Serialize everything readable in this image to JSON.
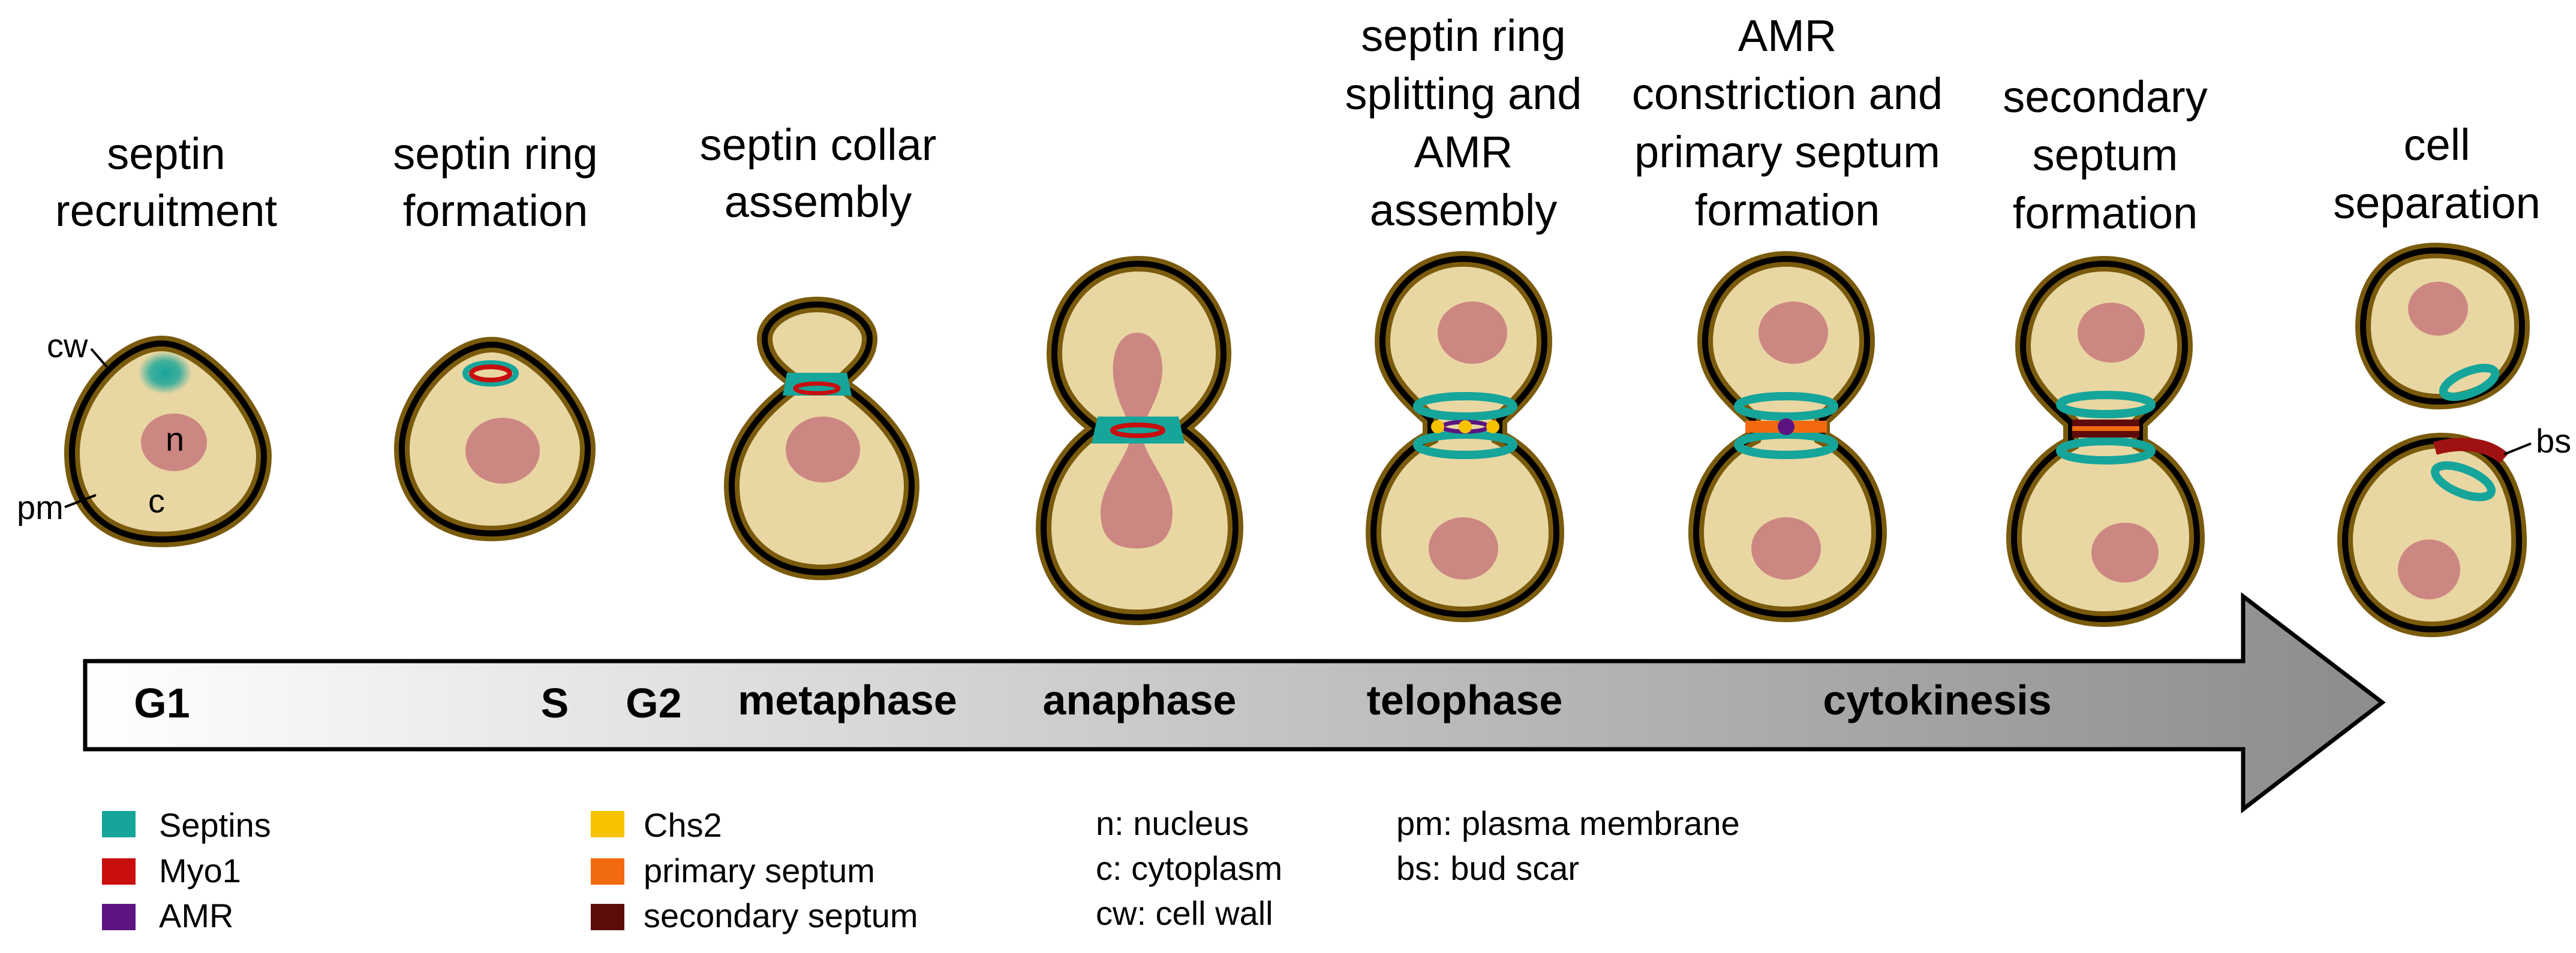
{
  "stages": [
    {
      "lines": [
        "septin",
        "recruitment"
      ]
    },
    {
      "lines": [
        "septin ring",
        "formation"
      ]
    },
    {
      "lines": [
        "septin collar",
        "assembly"
      ]
    },
    {
      "lines": [
        "septin ring",
        "splitting and",
        "AMR",
        "assembly"
      ]
    },
    {
      "lines": [
        "AMR",
        "constriction and",
        "primary septum",
        "formation"
      ]
    },
    {
      "lines": [
        "secondary",
        "septum",
        "formation"
      ]
    },
    {
      "lines": [
        "cell",
        "separation"
      ]
    }
  ],
  "phases": [
    "G1",
    "S",
    "G2",
    "metaphase",
    "anaphase",
    "telophase",
    "cytokinesis"
  ],
  "labels": {
    "cw": "cw",
    "pm": "pm",
    "n": "n",
    "c": "c",
    "bs": "bs"
  },
  "legend_colors": [
    {
      "label": "Septins",
      "color": "#16a59a"
    },
    {
      "label": "Myo1",
      "color": "#c80e0e"
    },
    {
      "label": "AMR",
      "color": "#5c1480"
    },
    {
      "label": "Chs2",
      "color": "#f7c300"
    },
    {
      "label": "primary septum",
      "color": "#f26a10"
    },
    {
      "label": "secondary septum",
      "color": "#5e0b0b"
    }
  ],
  "legend_abbrev": [
    "n: nucleus",
    "c: cytoplasm",
    "cw: cell wall",
    "pm: plasma membrane",
    "bs: bud scar"
  ],
  "colors": {
    "cell_wall": "#7a5a0c",
    "membrane": "#000000",
    "cytoplasm": "#e9d7a3",
    "nucleus": "#cd8783"
  }
}
